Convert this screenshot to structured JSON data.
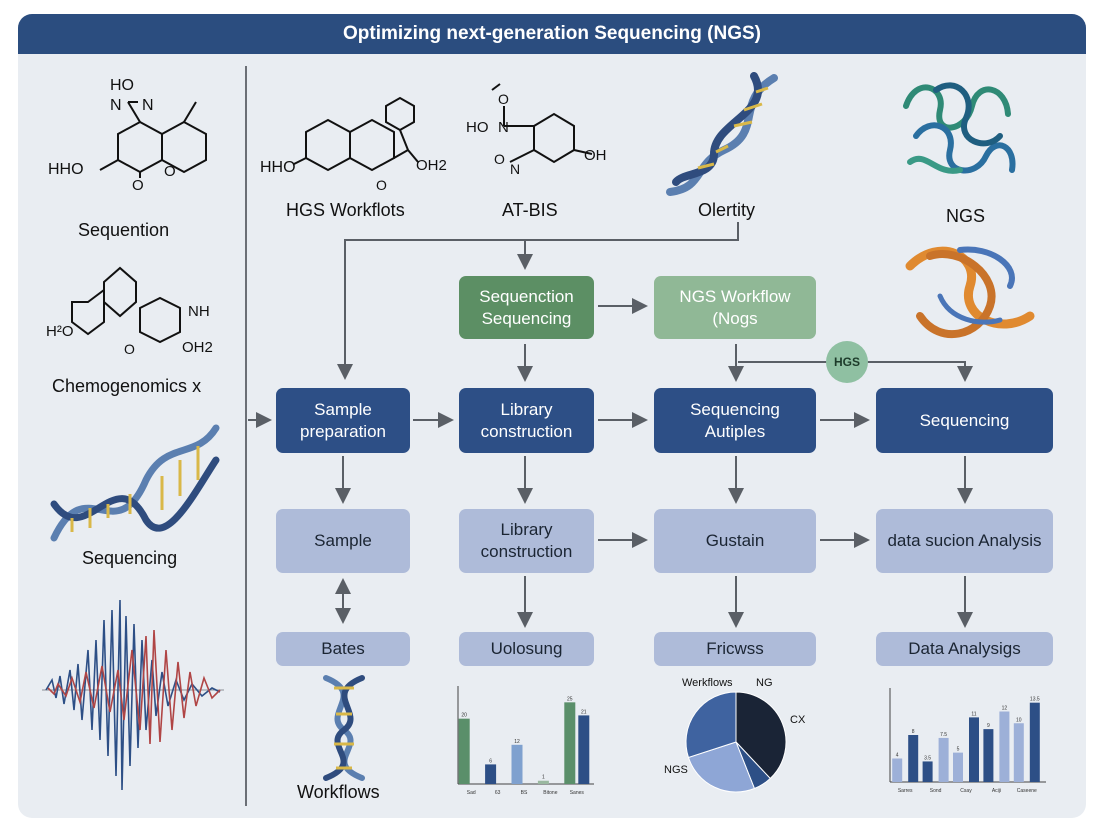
{
  "title": "Optimizing next-generation Sequencing (NGS)",
  "left_labels": {
    "l1": "Sequention",
    "l2": "Chemogenomics x",
    "l3": "Sequencing"
  },
  "top_labels": {
    "t1": "HGS Workflots",
    "t2": "AT-BIS",
    "t3": "Olertity",
    "t4": "NGS"
  },
  "chem_text": {
    "a_ho": "HO",
    "a_n1": "N",
    "a_n2": "N",
    "a_hho": "HHO",
    "a_o1": "O",
    "a_o2": "O",
    "b_nh": "NH",
    "b_h2o": "H²O",
    "b_o": "O",
    "b_oh2": "OH2",
    "c_hho": "HHO",
    "c_o": "O",
    "c_oh2": "OH2",
    "d_o": "O",
    "d_ho": "HO",
    "d_n": "N",
    "d_o2": "O",
    "d_n2": "N",
    "d_oh": "OH"
  },
  "boxes": {
    "seq_green": "Sequenction Sequencing",
    "ngs_workflow": "NGS Workflow (Nogs",
    "sample_prep": "Sample preparation",
    "library_1": "Library construction",
    "seq_autiples": "Sequencing Autiples",
    "sequencing": "Sequencing",
    "sample": "Sample",
    "library_2": "Library construction",
    "gustain": "Gustain",
    "data_suction": "data sucion Analysis",
    "bates": "Bates",
    "uolosung": "Uolosung",
    "fricwss": "Fricwss",
    "data_analysis": "Data Analysigs"
  },
  "badge": "HGS",
  "bottom_label": "Workflows",
  "pie_labels": {
    "workflows": "Werkflows",
    "ng": "NG",
    "cx": "CX",
    "ngs": "NGS"
  },
  "chart_data": [
    {
      "type": "bar",
      "categories": [
        "Sad",
        "63",
        "BS",
        "Bitone",
        "Sanes"
      ],
      "ylim": [
        0,
        30
      ],
      "series": [
        {
          "values": [
            20,
            6,
            12,
            1,
            25
          ]
        },
        {
          "values": [
            0,
            0,
            0,
            0,
            21
          ]
        }
      ],
      "colors": [
        "#5a8f6a",
        "#2d4f86",
        "#7fa1cf",
        "#9ab8a0"
      ]
    },
    {
      "type": "pie",
      "slices": [
        38,
        6,
        26,
        30
      ],
      "colors": [
        "#1a2436",
        "#2d4f86",
        "#8ea6d6",
        "#3f63a0"
      ]
    },
    {
      "type": "bar",
      "categories": [
        "Sarres",
        "Sond",
        "Csay",
        "Aciji",
        "Caseene"
      ],
      "ylim": [
        0,
        16
      ],
      "series": [
        {
          "values": [
            4,
            3.5,
            5,
            9,
            10
          ]
        },
        {
          "values": [
            8,
            7.5,
            11,
            12,
            13.5
          ]
        }
      ],
      "colors": [
        "#9db0d8",
        "#2d4f86"
      ]
    }
  ]
}
